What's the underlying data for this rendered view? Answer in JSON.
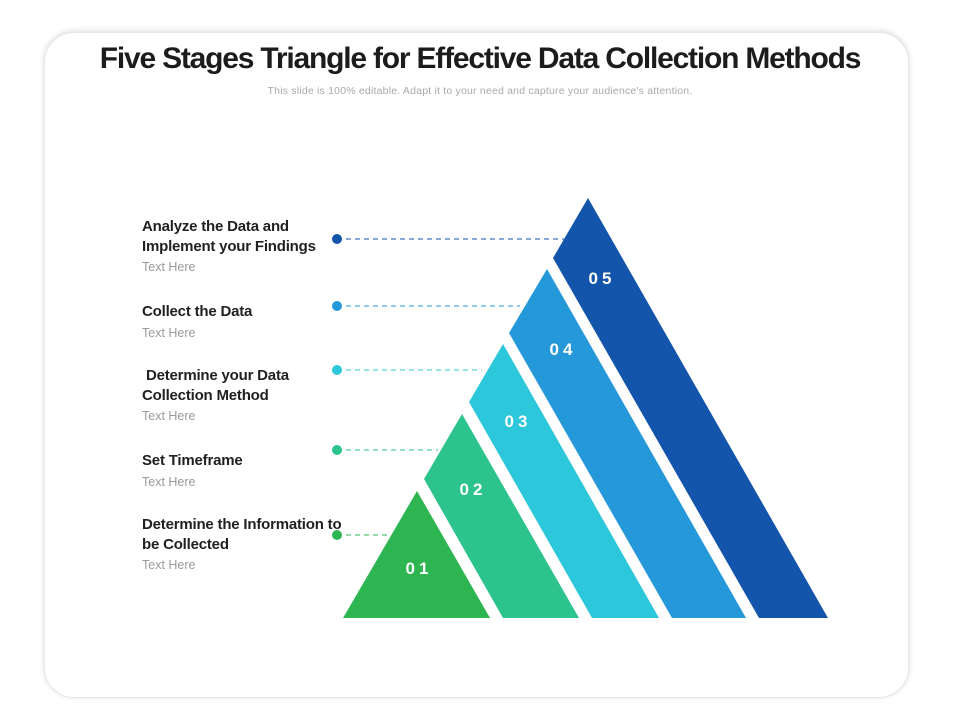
{
  "slide": {
    "title": "Five Stages Triangle for Effective Data Collection Methods",
    "subtitle": "This slide is 100% editable. Adapt it to your need and capture your audience's attention."
  },
  "stages": [
    {
      "number": "01",
      "color": "#2db551",
      "label": "Determine the Information to be Collected",
      "sublabel": "Text Here"
    },
    {
      "number": "02",
      "color": "#2cc38c",
      "label": "Set Timeframe",
      "sublabel": "Text Here"
    },
    {
      "number": "03",
      "color": "#2dc7db",
      "label": " Determine your Data Collection Method",
      "sublabel": "Text Here"
    },
    {
      "number": "04",
      "color": "#2598da",
      "label": "Collect the Data",
      "sublabel": "Text Here"
    },
    {
      "number": "05",
      "color": "#1355ab",
      "label": "Analyze the Data and Implement your Findings",
      "sublabel": "Text Here"
    }
  ]
}
